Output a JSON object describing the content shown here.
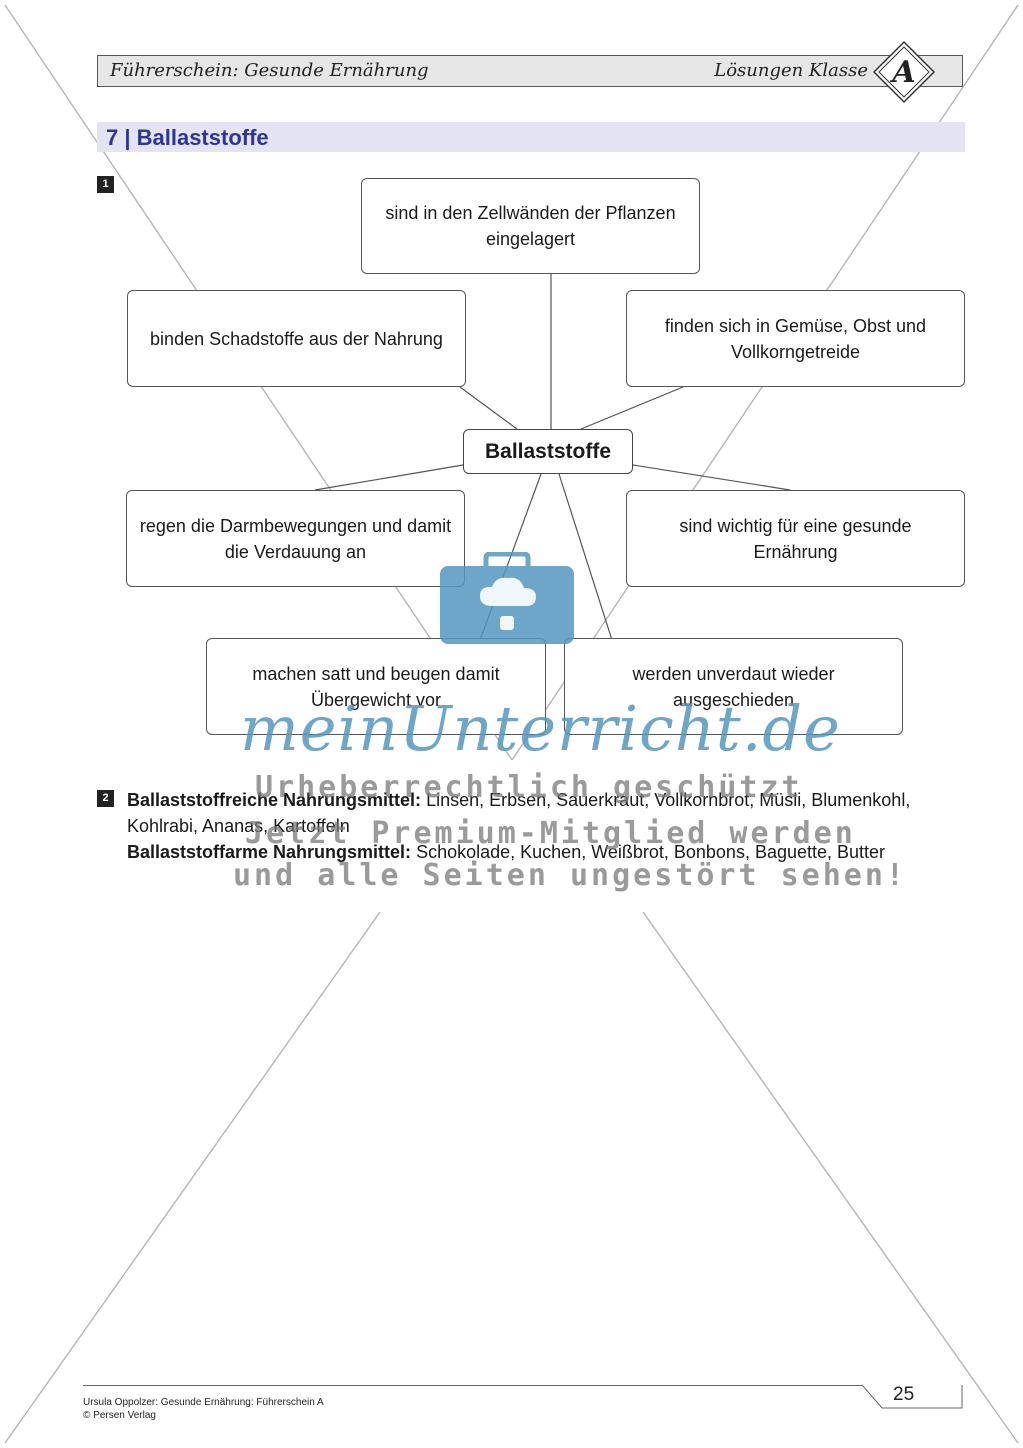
{
  "header": {
    "left_title": "Führerschein: Gesunde Ernährung",
    "right_title": "Lösungen Klasse",
    "level": "A"
  },
  "section": {
    "title": "7 | Ballaststoffe"
  },
  "task1": {
    "number": "1",
    "center": "Ballaststoffe",
    "nodes": {
      "top": "sind in den Zellwänden der Pflanzen eingelagert",
      "upper_left": "binden Schadstoffe aus der Nahrung",
      "upper_right": "finden sich in Gemüse, Obst und Vollkorngetreide",
      "middle_left": "regen die Darmbewegungen und damit die Verdauung an",
      "middle_right": "sind wichtig für eine gesunde Ernährung",
      "bottom_left": "machen satt und beugen damit Übergewicht vor",
      "bottom_right": "werden unverdaut wieder ausgeschieden"
    }
  },
  "task2": {
    "number": "2",
    "rich_label": "Ballaststoffreiche Nahrungsmittel:",
    "rich_items": "Linsen, Erbsen, Sauerkraut, Vollkornbrot, Müsli, Blumenkohl, Kohlrabi, Ananas, Kartoffeln",
    "poor_label": "Ballaststoffarme Nahrungsmittel:",
    "poor_items": "Schokolade, Kuchen, Weißbrot, Bonbons, Baguette, Butter"
  },
  "watermark": {
    "brand": "meinUnterricht.de",
    "line1": "Urheberrechtlich geschützt",
    "line2": "Jetzt Premium-Mitglied werden",
    "line3": "und alle Seiten ungestört sehen!"
  },
  "footer": {
    "credit": "Ursula Oppolzer: Gesunde Ernährung: Führerschein A",
    "publisher": "© Persen Verlag",
    "page": "25"
  }
}
